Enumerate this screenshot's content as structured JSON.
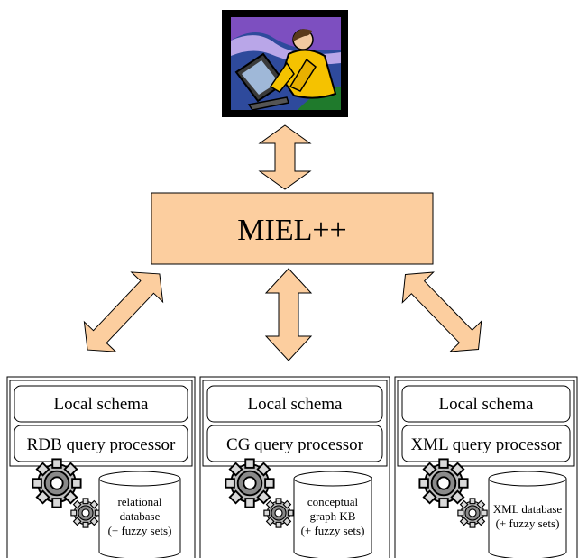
{
  "colors": {
    "accent_fill": "#FCCE9F",
    "accent_stroke": "#000000",
    "background": "#ffffff"
  },
  "user_icon": "user-at-computer-clipart-icon",
  "mediator": {
    "label": "MIEL++"
  },
  "sources": [
    {
      "schema_label": "Local schema",
      "processor_label": "RDB query processor",
      "database_lines": [
        "relational",
        "database",
        "(+ fuzzy sets)"
      ],
      "icon": "gears-icon"
    },
    {
      "schema_label": "Local schema",
      "processor_label": "CG query processor",
      "database_lines": [
        "conceptual",
        "graph KB",
        "(+ fuzzy sets)"
      ],
      "icon": "gears-icon"
    },
    {
      "schema_label": "Local schema",
      "processor_label": "XML query processor",
      "database_lines": [
        "XML database",
        "(+ fuzzy sets)"
      ],
      "icon": "gears-icon"
    }
  ]
}
